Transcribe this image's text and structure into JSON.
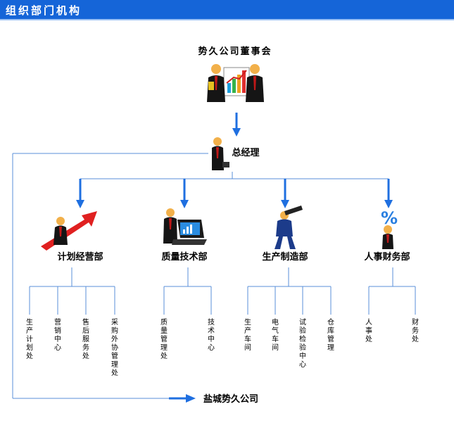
{
  "header": {
    "title": "组织部门机构"
  },
  "board": {
    "label": "势久公司董事会"
  },
  "gm": {
    "label": "总经理"
  },
  "departments": [
    {
      "label": "计划经营部",
      "subs": [
        "生产计划处",
        "营销中心",
        "售后服务处",
        "采购外协管理处"
      ]
    },
    {
      "label": "质量技术部",
      "subs": [
        "质量管理处",
        "技术中心"
      ]
    },
    {
      "label": "生产制造部",
      "subs": [
        "生产车间",
        "电气车间",
        "试验检验中心",
        "仓库管理"
      ]
    },
    {
      "label": "人事财务部",
      "subs": [
        "人事处",
        "财务处"
      ]
    }
  ],
  "branch": {
    "label": "盐城势久公司"
  },
  "colors": {
    "header": "#1565d8",
    "line": "#5a8fd8",
    "arrow": "#1f6fe0"
  },
  "icons": [
    "businessmen-chart-icon",
    "businessman-phone-icon",
    "arrow-up-icon",
    "laptop-icon",
    "telescope-icon",
    "percent-icon"
  ]
}
